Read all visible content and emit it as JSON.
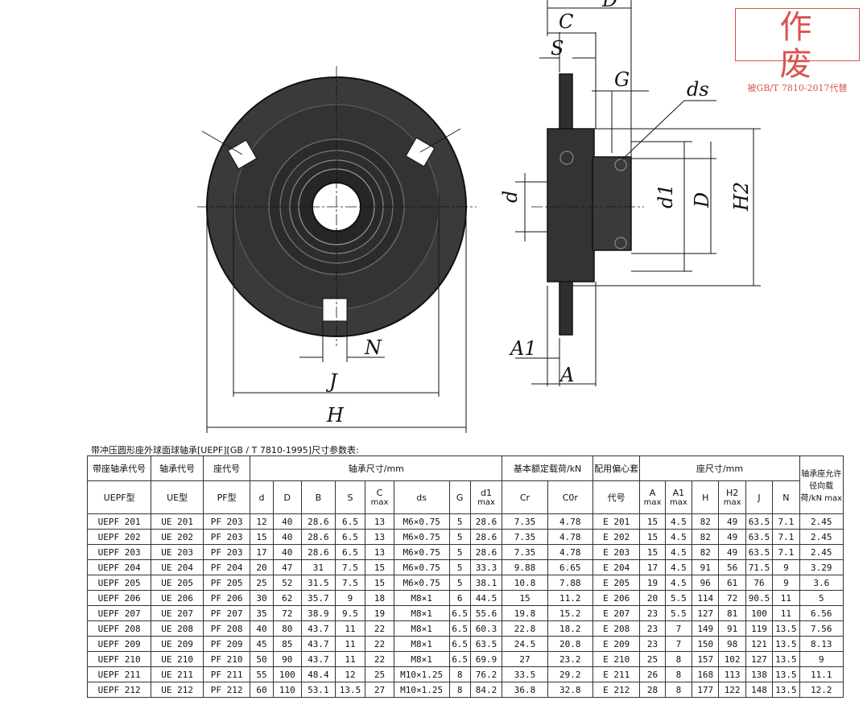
{
  "stamp": {
    "main": "作 废",
    "note": "被GB/T 7810-2017代替"
  },
  "dimension_labels": {
    "D_top": "D",
    "C": "C",
    "S": "S",
    "G": "G",
    "ds": "ds",
    "d": "d",
    "d1": "d1",
    "D": "D",
    "H2": "H2",
    "A1": "A1",
    "A": "A",
    "N": "N",
    "J": "J",
    "H": "H"
  },
  "caption": "带冲压圆形座外球面球轴承[UEPF][GB / T 7810-1995]尺寸参数表:",
  "table": {
    "group_headers": {
      "housing_unit": "带座轴承代号",
      "bearing": "轴承代号",
      "housing": "座代号",
      "bearing_dims": "轴承尺寸/mm",
      "load_rating": "基本额定载荷/kN",
      "sleeve": "配用偏心套",
      "housing_dims": "座尺寸/mm",
      "radial_load": "轴承座允许径向载荷/kN max"
    },
    "sub_headers": {
      "uepf": "UEPF型",
      "ue": "UE型",
      "pf": "PF型",
      "d": "d",
      "D": "D",
      "B": "B",
      "S": "S",
      "C": "C",
      "C_max": "max",
      "ds": "ds",
      "G": "G",
      "d1": "d1",
      "d1_max": "max",
      "Cr": "Cr",
      "Cor": "C0r",
      "code": "代号",
      "A": "A",
      "A_max": "max",
      "A1": "A1",
      "A1_max": "max",
      "H": "H",
      "H2": "H2",
      "H2_max": "max",
      "J": "J",
      "N": "N"
    },
    "rows": [
      [
        "UEPF 201",
        "UE 201",
        "PF 203",
        "12",
        "40",
        "28.6",
        "6.5",
        "13",
        "M6×0.75",
        "5",
        "28.6",
        "7.35",
        "4.78",
        "E 201",
        "15",
        "4.5",
        "82",
        "49",
        "63.5",
        "7.1",
        "2.45"
      ],
      [
        "UEPF 202",
        "UE 202",
        "PF 203",
        "15",
        "40",
        "28.6",
        "6.5",
        "13",
        "M6×0.75",
        "5",
        "28.6",
        "7.35",
        "4.78",
        "E 202",
        "15",
        "4.5",
        "82",
        "49",
        "63.5",
        "7.1",
        "2.45"
      ],
      [
        "UEPF 203",
        "UE 203",
        "PF 203",
        "17",
        "40",
        "28.6",
        "6.5",
        "13",
        "M6×0.75",
        "5",
        "28.6",
        "7.35",
        "4.78",
        "E 203",
        "15",
        "4.5",
        "82",
        "49",
        "63.5",
        "7.1",
        "2.45"
      ],
      [
        "UEPF 204",
        "UE 204",
        "PF 204",
        "20",
        "47",
        "31",
        "7.5",
        "15",
        "M6×0.75",
        "5",
        "33.3",
        "9.88",
        "6.65",
        "E 204",
        "17",
        "4.5",
        "91",
        "56",
        "71.5",
        "9",
        "3.29"
      ],
      [
        "UEPF 205",
        "UE 205",
        "PF 205",
        "25",
        "52",
        "31.5",
        "7.5",
        "15",
        "M6×0.75",
        "5",
        "38.1",
        "10.8",
        "7.88",
        "E 205",
        "19",
        "4.5",
        "96",
        "61",
        "76",
        "9",
        "3.6"
      ],
      [
        "UEPF 206",
        "UE 206",
        "PF 206",
        "30",
        "62",
        "35.7",
        "9",
        "18",
        "M8×1",
        "6",
        "44.5",
        "15",
        "11.2",
        "E 206",
        "20",
        "5.5",
        "114",
        "72",
        "90.5",
        "11",
        "5"
      ],
      [
        "UEPF 207",
        "UE 207",
        "PF 207",
        "35",
        "72",
        "38.9",
        "9.5",
        "19",
        "M8×1",
        "6.5",
        "55.6",
        "19.8",
        "15.2",
        "E 207",
        "23",
        "5.5",
        "127",
        "81",
        "100",
        "11",
        "6.56"
      ],
      [
        "UEPF 208",
        "UE 208",
        "PF 208",
        "40",
        "80",
        "43.7",
        "11",
        "22",
        "M8×1",
        "6.5",
        "60.3",
        "22.8",
        "18.2",
        "E 208",
        "23",
        "7",
        "149",
        "91",
        "119",
        "13.5",
        "7.56"
      ],
      [
        "UEPF 209",
        "UE 209",
        "PF 209",
        "45",
        "85",
        "43.7",
        "11",
        "22",
        "M8×1",
        "6.5",
        "63.5",
        "24.5",
        "20.8",
        "E 209",
        "23",
        "7",
        "150",
        "98",
        "121",
        "13.5",
        "8.13"
      ],
      [
        "UEPF 210",
        "UE 210",
        "PF 210",
        "50",
        "90",
        "43.7",
        "11",
        "22",
        "M8×1",
        "6.5",
        "69.9",
        "27",
        "23.2",
        "E 210",
        "25",
        "8",
        "157",
        "102",
        "127",
        "13.5",
        "9"
      ],
      [
        "UEPF 211",
        "UE 211",
        "PF 211",
        "55",
        "100",
        "48.4",
        "12",
        "25",
        "M10×1.25",
        "8",
        "76.2",
        "33.5",
        "29.2",
        "E 211",
        "26",
        "8",
        "168",
        "113",
        "138",
        "13.5",
        "11.1"
      ],
      [
        "UEPF 212",
        "UE 212",
        "PF 212",
        "60",
        "110",
        "53.1",
        "13.5",
        "27",
        "M10×1.25",
        "8",
        "84.2",
        "36.8",
        "32.8",
        "E 212",
        "28",
        "8",
        "177",
        "122",
        "148",
        "13.5",
        "12.2"
      ]
    ]
  }
}
